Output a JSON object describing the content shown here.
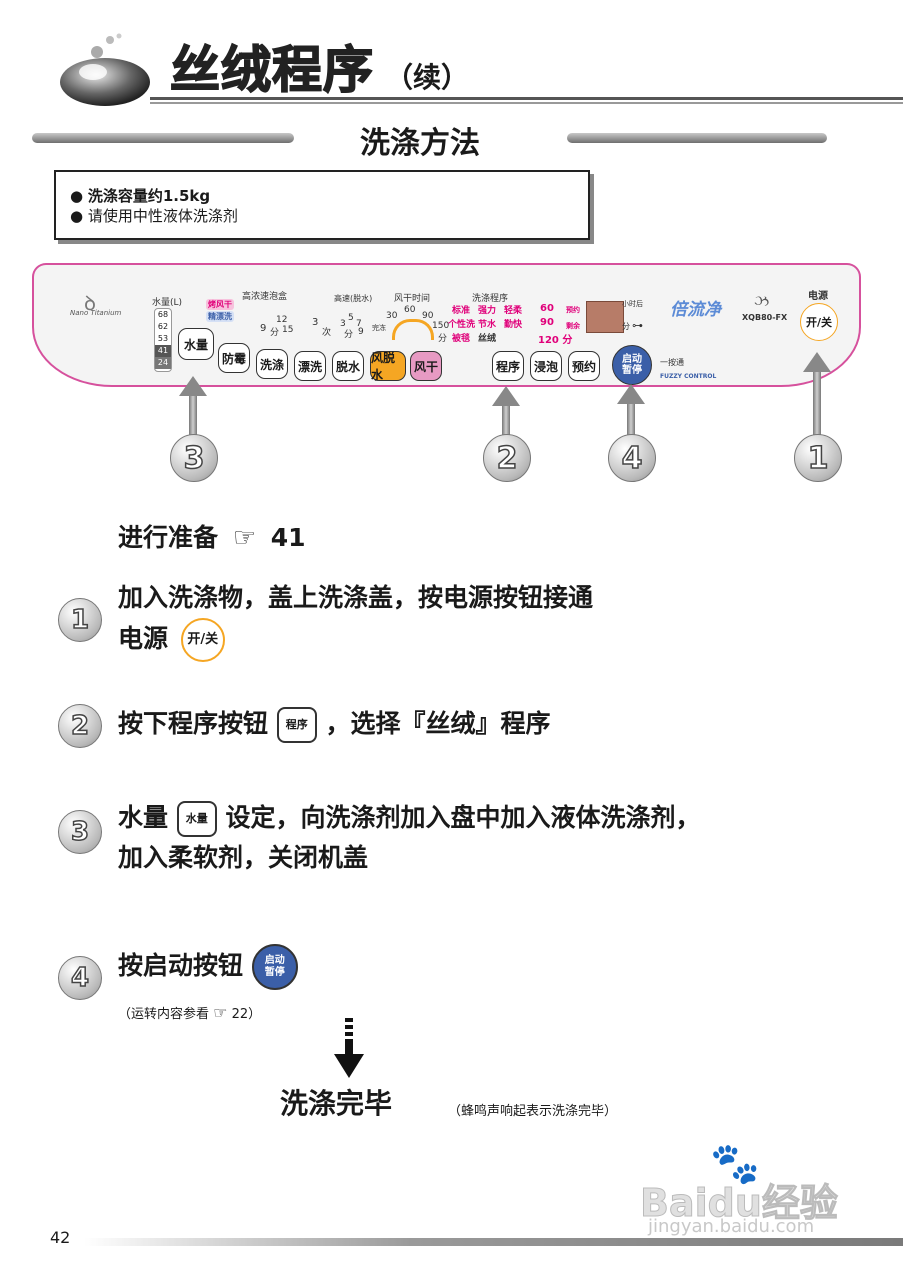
{
  "header": {
    "title": "丝绒程序",
    "subtitle": "（续）"
  },
  "section_title": "洗涤方法",
  "info_box": {
    "lines": [
      "洗涤容量约1.5kg",
      "请使用中性液体洗涤剂"
    ]
  },
  "panel": {
    "brand_script": "Nano Titanium",
    "water_level_label": "水量(L)",
    "water_levels": [
      "68",
      "62",
      "53",
      "41",
      "24"
    ],
    "detergent_label": "高浓速泡盒",
    "detergent_opts": [
      "烤风干",
      "精漂洗"
    ],
    "wash_time": [
      "9",
      "12",
      "分",
      "15"
    ],
    "rinse_label": "高速(脱水)",
    "rinse_nums": [
      "3",
      "次",
      "3",
      "5",
      "7",
      "分",
      "9"
    ],
    "dry_label": "风干时间",
    "dry_nums": [
      "30",
      "60",
      "90",
      "150",
      "分"
    ],
    "dry_prefix": "完冻",
    "program_label": "洗涤程序",
    "programs": [
      "标准",
      "强力",
      "轻柔",
      "个性洗",
      "节水",
      "勤快",
      "被毯",
      "丝绒"
    ],
    "timer_vals": [
      "60",
      "90",
      "120 分"
    ],
    "timer_labels": [
      "预约",
      "剩余"
    ],
    "display_unit_hour": "小时后",
    "display_unit_min": "分",
    "brand_cn": "倍流净",
    "model": "XQB80-FX",
    "power_label": "电源",
    "one_touch": "一按通",
    "fuzzy": "FUZZY CONTROL",
    "buttons": {
      "water": "水量",
      "mold": "防霉",
      "wash": "洗涤",
      "rinse": "漂洗",
      "spin": "脱水",
      "wind_spin": "风脱水",
      "air_dry": "风干",
      "program": "程序",
      "soak": "浸泡",
      "reserve": "预约",
      "start": "启动\n暂停",
      "power": "开/关"
    }
  },
  "callouts": [
    "3",
    "2",
    "4",
    "1"
  ],
  "prepare": {
    "text": "进行准备",
    "ref": "41"
  },
  "steps": [
    {
      "num": "1",
      "line1": "加入洗涤物，盖上洗涤盖，按电源按钮接通",
      "line2": "电源",
      "btn": "开/关"
    },
    {
      "num": "2",
      "pre": "按下程序按钮",
      "btn": "程序",
      "post": "，选择『丝绒』程序"
    },
    {
      "num": "3",
      "pre": "水量",
      "btn": "水量",
      "post": "设定，向洗涤剂加入盘中加入液体洗涤剂，",
      "line2": "加入柔软剂，关闭机盖"
    },
    {
      "num": "4",
      "pre": "按启动按钮",
      "btn": "启动\n暂停",
      "note_pre": "（运转内容参看",
      "note_ref": "22）"
    }
  ],
  "finish": {
    "text": "洗涤完毕",
    "note": "（蜂鸣声响起表示洗涤完毕）"
  },
  "watermark": {
    "logo": "Baidu经验",
    "url": "jingyan.baidu.com"
  },
  "page_number": "42",
  "colors": {
    "accent_pink": "#e0007a",
    "start_blue": "#3b5fa8",
    "wind_spin_orange": "#f5a623",
    "air_dry_pink": "#e79ac3"
  }
}
